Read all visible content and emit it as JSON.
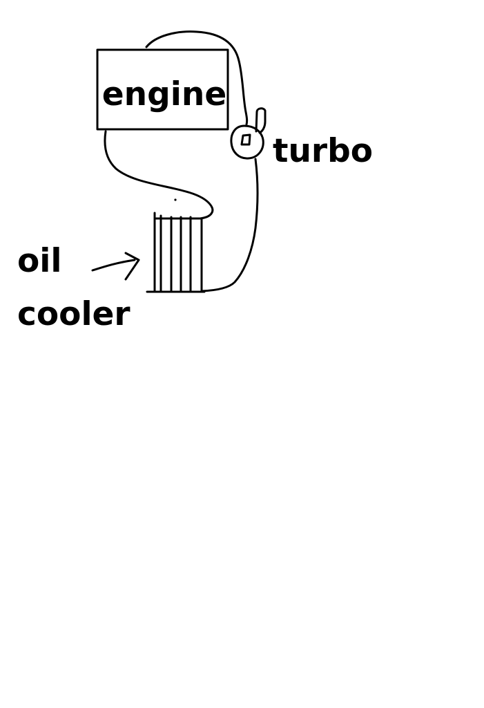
{
  "diagram": {
    "labels": {
      "engine": "engine",
      "turbo": "turbo",
      "oil_line1": "oil",
      "oil_line2": "cooler"
    },
    "colors": {
      "ink": "#000000",
      "background": "#ffffff"
    }
  }
}
